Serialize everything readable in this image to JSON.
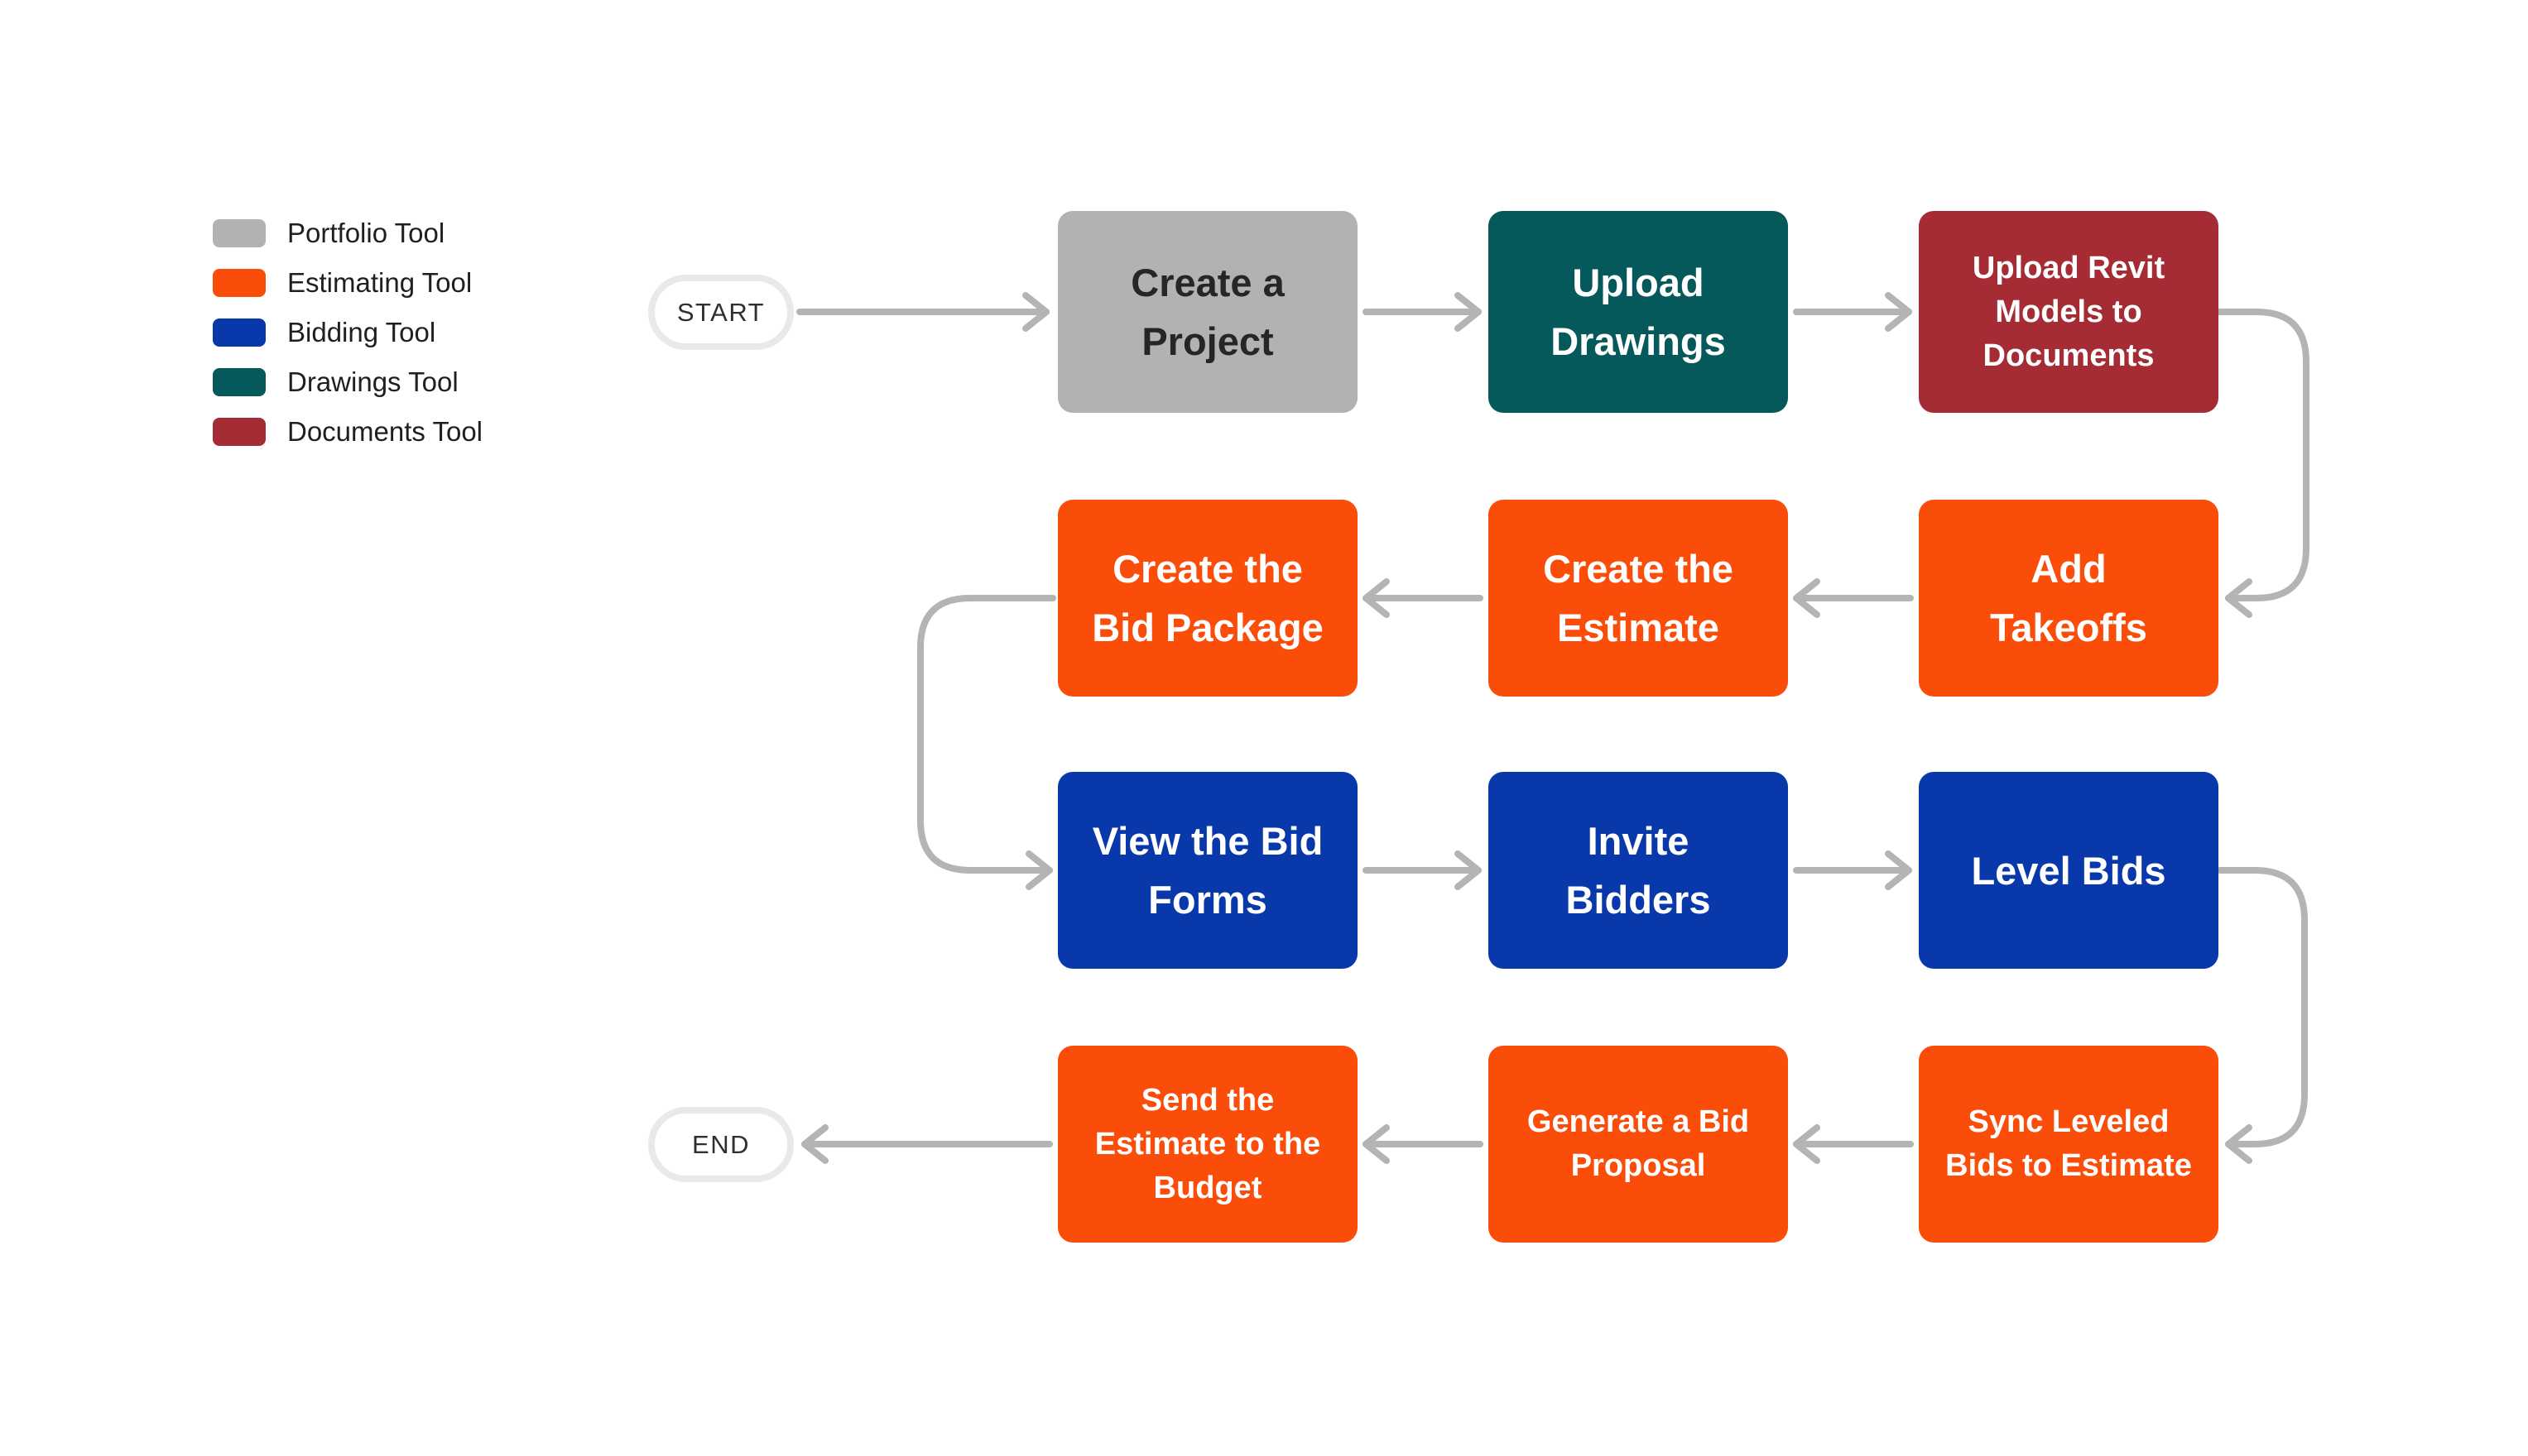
{
  "terminals": {
    "start": "START",
    "end": "END"
  },
  "arrow_color": "#b4b4b4",
  "tools": {
    "portfolio": {
      "label": "Portfolio Tool",
      "color": "#b2b2b2",
      "text_color": "#262626"
    },
    "estimating": {
      "label": "Estimating Tool",
      "color": "#fa4d0a",
      "text_color": "#ffffff"
    },
    "bidding": {
      "label": "Bidding Tool",
      "color": "#0838aa",
      "text_color": "#ffffff"
    },
    "drawings": {
      "label": "Drawings Tool",
      "color": "#06595a",
      "text_color": "#ffffff"
    },
    "documents": {
      "label": "Documents Tool",
      "color": "#a52c34",
      "text_color": "#ffffff"
    }
  },
  "legend": {
    "order": [
      "portfolio",
      "estimating",
      "bidding",
      "drawings",
      "documents"
    ]
  },
  "flow": {
    "nodes": [
      {
        "id": "create-project",
        "tool": "portfolio",
        "label": "Create a Project",
        "lines": [
          "Create a",
          "Project"
        ],
        "size": "lg",
        "row": 0,
        "col": 0
      },
      {
        "id": "upload-drawings",
        "tool": "drawings",
        "label": "Upload Drawings",
        "lines": [
          "Upload",
          "Drawings"
        ],
        "size": "lg",
        "row": 0,
        "col": 1
      },
      {
        "id": "upload-revit-models",
        "tool": "documents",
        "label": "Upload Revit Models to Documents",
        "lines": [
          "Upload Revit",
          "Models to",
          "Documents"
        ],
        "size": "sm",
        "row": 0,
        "col": 2
      },
      {
        "id": "create-bid-package",
        "tool": "estimating",
        "label": "Create the Bid Package",
        "lines": [
          "Create the",
          "Bid Package"
        ],
        "size": "lg",
        "row": 1,
        "col": 0
      },
      {
        "id": "create-estimate",
        "tool": "estimating",
        "label": "Create the Estimate",
        "lines": [
          "Create the",
          "Estimate"
        ],
        "size": "lg",
        "row": 1,
        "col": 1
      },
      {
        "id": "add-takeoffs",
        "tool": "estimating",
        "label": "Add Takeoffs",
        "lines": [
          "Add",
          "Takeoffs"
        ],
        "size": "lg",
        "row": 1,
        "col": 2
      },
      {
        "id": "view-bid-forms",
        "tool": "bidding",
        "label": "View the Bid Forms",
        "lines": [
          "View the Bid",
          "Forms"
        ],
        "size": "lg",
        "row": 2,
        "col": 0
      },
      {
        "id": "invite-bidders",
        "tool": "bidding",
        "label": "Invite Bidders",
        "lines": [
          "Invite",
          "Bidders"
        ],
        "size": "lg",
        "row": 2,
        "col": 1
      },
      {
        "id": "level-bids",
        "tool": "bidding",
        "label": "Level Bids",
        "lines": [
          "Level Bids"
        ],
        "size": "lg",
        "row": 2,
        "col": 2
      },
      {
        "id": "send-estimate-budget",
        "tool": "estimating",
        "label": "Send the Estimate to the Budget",
        "lines": [
          "Send the",
          "Estimate to the",
          "Budget"
        ],
        "size": "sm",
        "row": 3,
        "col": 0
      },
      {
        "id": "generate-bid-proposal",
        "tool": "estimating",
        "label": "Generate a Bid Proposal",
        "lines": [
          "Generate a Bid",
          "Proposal"
        ],
        "size": "sm",
        "row": 3,
        "col": 1
      },
      {
        "id": "sync-leveled-bids",
        "tool": "estimating",
        "label": "Sync Leveled Bids to Estimate",
        "lines": [
          "Sync Leveled",
          "Bids to Estimate"
        ],
        "size": "sm",
        "row": 3,
        "col": 2
      }
    ],
    "edges": [
      "START -> Create a Project",
      "Create a Project -> Upload Drawings",
      "Upload Drawings -> Upload Revit Models to Documents",
      "Upload Revit Models to Documents -> Add Takeoffs",
      "Add Takeoffs -> Create the Estimate",
      "Create the Estimate -> Create the Bid Package",
      "Create the Bid Package -> View the Bid Forms",
      "View the Bid Forms -> Invite Bidders",
      "Invite Bidders -> Level Bids",
      "Level Bids -> Sync Leveled Bids to Estimate",
      "Sync Leveled Bids to Estimate -> Generate a Bid Proposal",
      "Generate a Bid Proposal -> Send the Estimate to the Budget",
      "Send the Estimate to the Budget -> END"
    ]
  }
}
